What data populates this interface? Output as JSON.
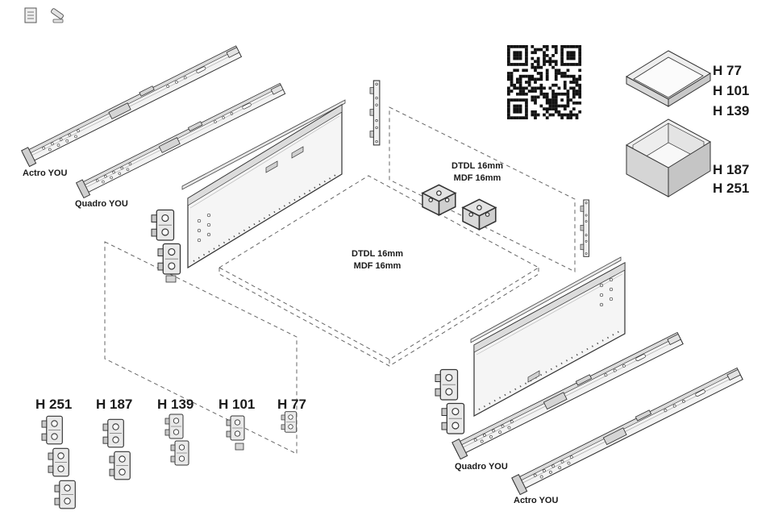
{
  "runners": {
    "actro_top": "Actro YOU",
    "quadro_top": "Quadro YOU",
    "quadro_bottom": "Quadro YOU",
    "actro_bottom": "Actro YOU"
  },
  "panel_labels": {
    "bottom_panel": {
      "line1": "DTDL 16mm",
      "line2": "MDF 16mm"
    },
    "back_panel": {
      "line1": "DTDL 16mm",
      "line2": "MDF 16mm"
    }
  },
  "drawer_heights": {
    "shallow_box": [
      "H 77",
      "H 101",
      "H 139"
    ],
    "deep_box": [
      "H 187",
      "H 251"
    ],
    "front_brackets": [
      "H 251",
      "H 187",
      "H 139",
      "H 101",
      "H 77"
    ]
  },
  "icons": {
    "qr": "qr-code",
    "manual": "booklet-icon",
    "tools": "tools-icon"
  },
  "colors": {
    "outline": "#333333",
    "panel_fill": "#f5f5f5",
    "panel_edge": "#dcdcdc",
    "dashed_line": "#666666",
    "qr_module": "#111111",
    "text": "#1a1a1a",
    "background": "#ffffff"
  }
}
